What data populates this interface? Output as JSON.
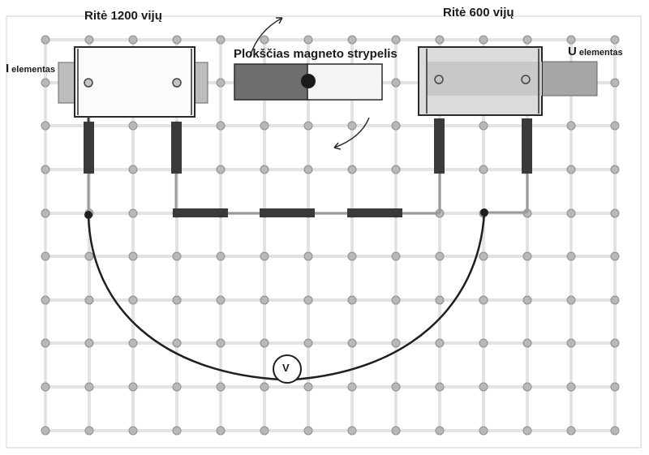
{
  "labels": {
    "coil_left": "Ritė 1200 vijų",
    "coil_right": "Ritė 600 vijų",
    "magnet": "Plokščias magneto strypelis",
    "element_i_letter": "I",
    "element_i_word": "elementas",
    "element_u_letter": "U",
    "element_u_word": "elementas",
    "voltmeter": "V"
  },
  "colors": {
    "background": "#ffffff",
    "grid_line": "#e3e3e3",
    "peg": "#b8b8b8",
    "peg_stroke": "#8e8e8e",
    "coil_body": "#fbfbfb",
    "coil_stroke": "#2a2a2a",
    "core": "#bdbdbd",
    "magnet_dark": "#6f6f6f",
    "magnet_light": "#f4f4f4",
    "wire": "#1f1f1f",
    "lead": "#3a3a3a",
    "grey_wire": "#9a9a9a"
  }
}
